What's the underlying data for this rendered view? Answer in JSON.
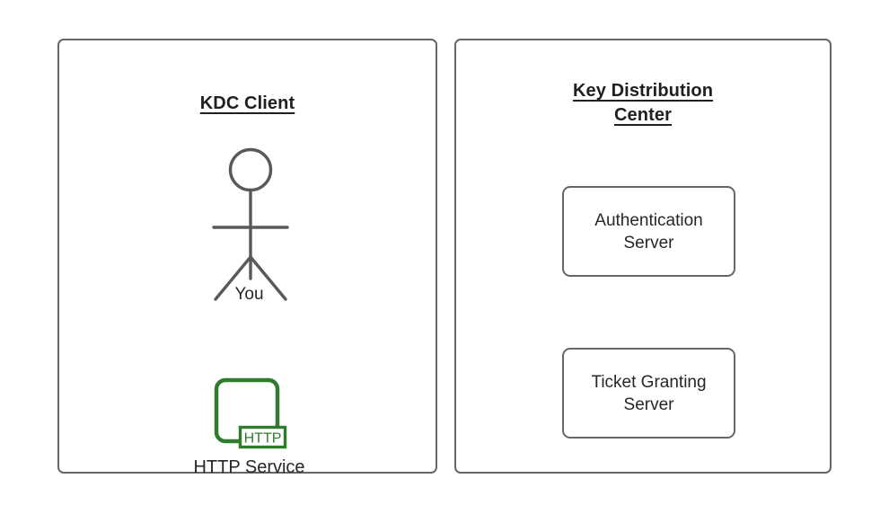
{
  "diagram": {
    "title_text_color": "#1f1f1f",
    "panel_border_color": "#666666",
    "http_accent_color": "#2d7d2d",
    "panels": [
      {
        "id": "kdc-client",
        "title": "KDC Client",
        "actor": {
          "icon": "stick-figure-icon",
          "label": "You"
        },
        "service": {
          "icon": "http-service-icon",
          "badge": "HTTP",
          "label": "HTTP Service"
        }
      },
      {
        "id": "key-distribution-center",
        "title": "Key Distribution Center",
        "title_line_1": "Key Distribution",
        "title_line_2": "Center",
        "boxes": [
          {
            "id": "authentication-server",
            "label": "Authentication\nServer"
          },
          {
            "id": "ticket-granting-server",
            "label": "Ticket Granting\nServer"
          }
        ]
      }
    ]
  }
}
